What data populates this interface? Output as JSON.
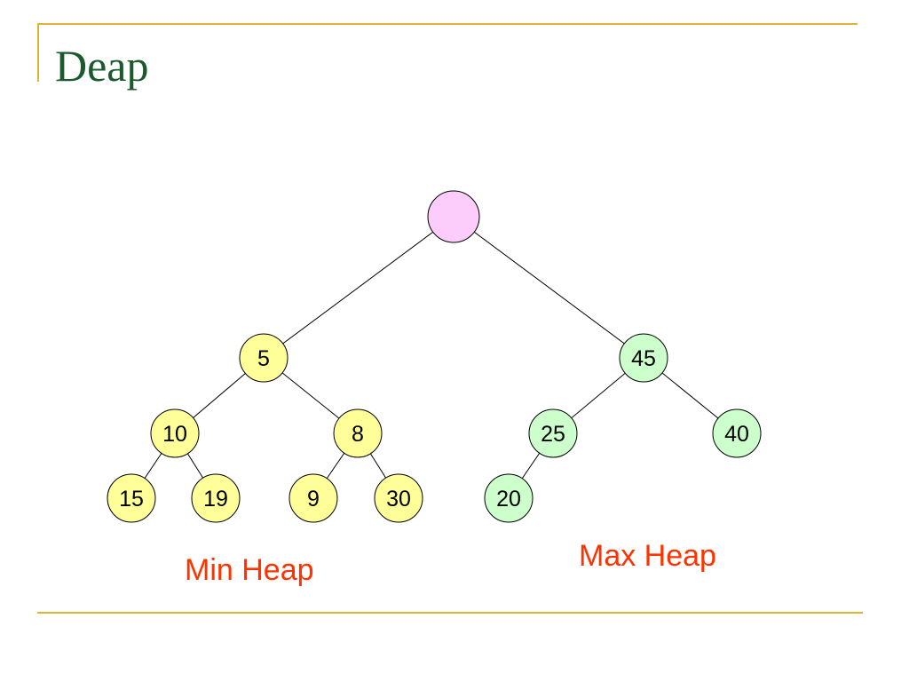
{
  "slide": {
    "title": "Deap"
  },
  "colors": {
    "accent_line": "#dcb436",
    "title": "#1a5a2c",
    "root_fill": "#fccdfa",
    "min_heap_fill": "#ffff99",
    "max_heap_fill": "#ccffcc",
    "heap_label": "#ff3300"
  },
  "tree": {
    "root": {
      "id": "root",
      "label": "",
      "group": "root"
    },
    "nodes": [
      {
        "id": "n5",
        "label": "5",
        "group": "min",
        "parent": "root"
      },
      {
        "id": "n45",
        "label": "45",
        "group": "max",
        "parent": "root"
      },
      {
        "id": "n10",
        "label": "10",
        "group": "min",
        "parent": "n5"
      },
      {
        "id": "n8",
        "label": "8",
        "group": "min",
        "parent": "n5"
      },
      {
        "id": "n25",
        "label": "25",
        "group": "max",
        "parent": "n45"
      },
      {
        "id": "n40",
        "label": "40",
        "group": "max",
        "parent": "n45"
      },
      {
        "id": "n15",
        "label": "15",
        "group": "min",
        "parent": "n10"
      },
      {
        "id": "n19",
        "label": "19",
        "group": "min",
        "parent": "n10"
      },
      {
        "id": "n9",
        "label": "9",
        "group": "min",
        "parent": "n8"
      },
      {
        "id": "n30",
        "label": "30",
        "group": "min",
        "parent": "n8"
      },
      {
        "id": "n20",
        "label": "20",
        "group": "max",
        "parent": "n25"
      }
    ]
  },
  "labels": {
    "min_heap": "Min Heap",
    "max_heap": "Max Heap"
  }
}
